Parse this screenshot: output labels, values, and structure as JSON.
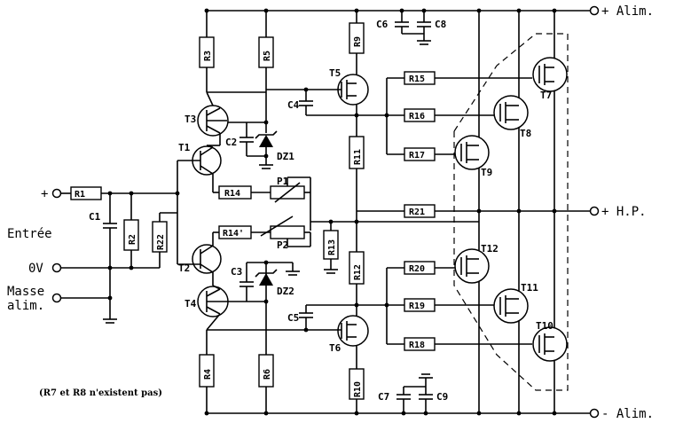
{
  "terminals": {
    "alim_plus": "+ Alim.",
    "alim_minus": "- Alim.",
    "hp": "+ H.P.",
    "input_plus": "+",
    "entree": "Entrée",
    "ov": "0V",
    "masse_line1": "Masse",
    "masse_line2": "alim."
  },
  "note": "(R7 et R8 n'existent pas)",
  "resistors": {
    "R1": "R1",
    "R2": "R2",
    "R22": "R22",
    "R3": "R3",
    "R4": "R4",
    "R5": "R5",
    "R6": "R6",
    "R9": "R9",
    "R10": "R10",
    "R11": "R11",
    "R12": "R12",
    "R13": "R13",
    "R14a": "R14",
    "R14b": "R14'",
    "R15": "R15",
    "R16": "R16",
    "R17": "R17",
    "R18": "R18",
    "R19": "R19",
    "R20": "R20",
    "R21": "R21"
  },
  "capacitors": {
    "C1": "C1",
    "C2": "C2",
    "C3": "C3",
    "C4": "C4",
    "C5": "C5",
    "C6": "C6",
    "C7": "C7",
    "C8": "C8",
    "C9": "C9"
  },
  "transistors": {
    "T1": "T1",
    "T2": "T2",
    "T3": "T3",
    "T4": "T4",
    "T5": "T5",
    "T6": "T6",
    "T7": "T7",
    "T8": "T8",
    "T9": "T9",
    "T10": "T10",
    "T11": "T11",
    "T12": "T12"
  },
  "diodes": {
    "DZ1": "DZ1",
    "DZ2": "DZ2"
  },
  "pots": {
    "P1": "P1",
    "P2": "P2"
  }
}
